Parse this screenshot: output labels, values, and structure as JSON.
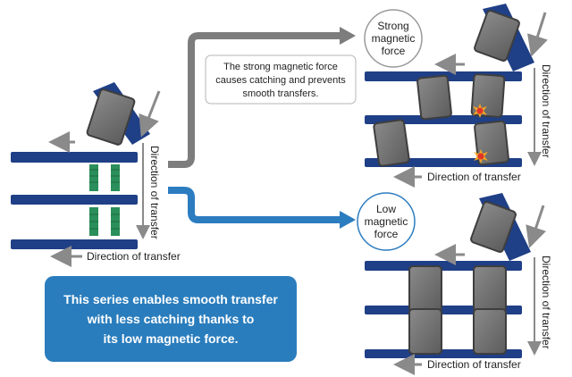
{
  "left": {
    "direction_vertical": "Direction of transfer",
    "direction_horizontal": "Direction of transfer"
  },
  "top_panel": {
    "badge_line1": "Strong",
    "badge_line2": "magnetic",
    "badge_line3": "force",
    "note_line1": "The strong magnetic force",
    "note_line2": "causes catching and prevents",
    "note_line3": "smooth transfers.",
    "direction_vertical": "Direction of transfer",
    "direction_horizontal": "Direction of transfer"
  },
  "bottom_panel": {
    "badge_line1": "Low",
    "badge_line2": "magnetic",
    "badge_line3": "force",
    "direction_vertical": "Direction of transfer",
    "direction_horizontal": "Direction of transfer"
  },
  "callout": {
    "line1": "This series enables smooth transfer",
    "line2": "with less catching thanks to",
    "line3": "its low magnetic force."
  },
  "colors": {
    "rail": "#1f3f86",
    "rail_light": "#3b64b5",
    "plate": "#6e6e6e",
    "plate_border": "#3e3e3e",
    "magnet": "#2a8f5a",
    "gray_arrow": "#7d7d7d",
    "blue_arrow": "#2c7cc0",
    "callout_bg": "#2a7dbd",
    "badge_blue_text": "#1d5fa8",
    "spark": "#e2332b"
  }
}
